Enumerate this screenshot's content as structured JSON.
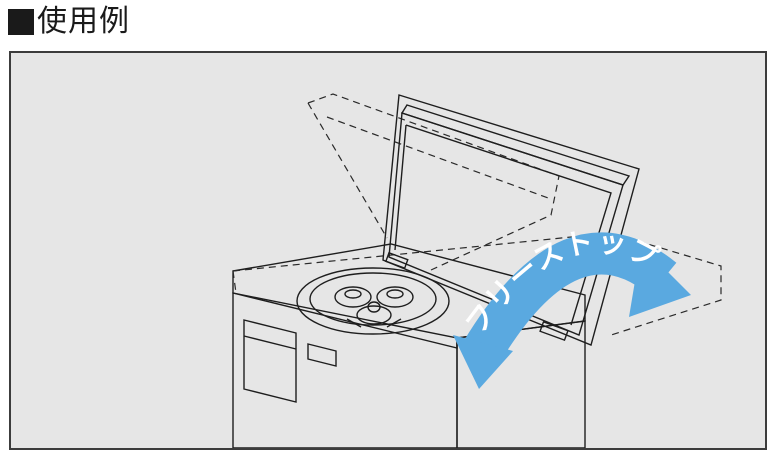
{
  "heading": {
    "title": "使用例",
    "marker_icon": "black-square-icon"
  },
  "illustration": {
    "subject": "centrifuge-with-open-lid",
    "arrow_label": "フリーストップ",
    "colors": {
      "background": "#e6e6e6",
      "machine_fill": "#ffffff",
      "outline": "#1e1e1e",
      "arrow": "#5aa9e0",
      "arrow_text": "#ffffff"
    }
  }
}
